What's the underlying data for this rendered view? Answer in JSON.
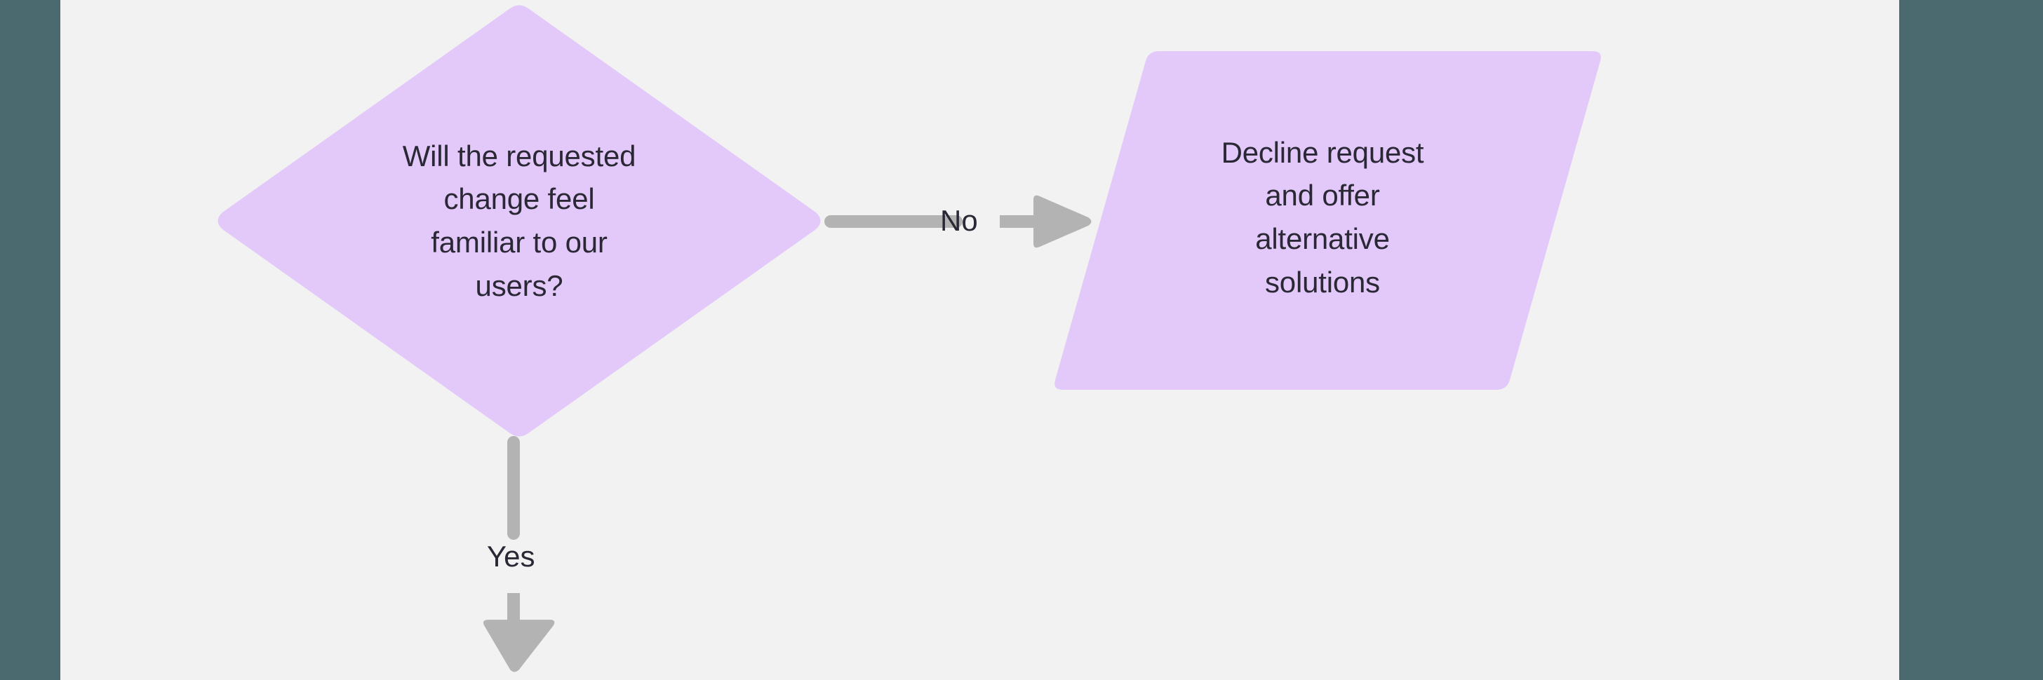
{
  "canvas": {
    "background_color": "#f2f2f2",
    "band_color": "#4a6a70",
    "node_fill": "#e3c9fa",
    "text_color": "#2b2836",
    "connector_color": "#b3b3b3"
  },
  "chart_data": {
    "type": "diagram",
    "diagram_kind": "flowchart",
    "title": "",
    "nodes": [
      {
        "id": "decision-familiarity",
        "shape": "diamond",
        "text": "Will the requested change feel familiar to our users?",
        "fill": "#e3c9fa",
        "text_color": "#2b2836"
      },
      {
        "id": "process-decline",
        "shape": "parallelogram",
        "text": "Decline request and offer alternative solutions",
        "fill": "#e3c9fa",
        "text_color": "#2b2836"
      }
    ],
    "edges": [
      {
        "id": "edge-no",
        "from": "decision-familiarity",
        "to": "process-decline",
        "label": "No",
        "direction": "right",
        "color": "#b3b3b3"
      },
      {
        "id": "edge-yes",
        "from": "decision-familiarity",
        "to": "",
        "label": "Yes",
        "direction": "down",
        "color": "#b3b3b3"
      }
    ]
  },
  "nodes": {
    "decision": {
      "text": "Will the requested\nchange feel\nfamiliar to our\nusers?"
    },
    "process": {
      "text": "Decline request\nand offer\nalternative\nsolutions"
    }
  },
  "edges": {
    "no_label": "No",
    "yes_label": "Yes"
  }
}
